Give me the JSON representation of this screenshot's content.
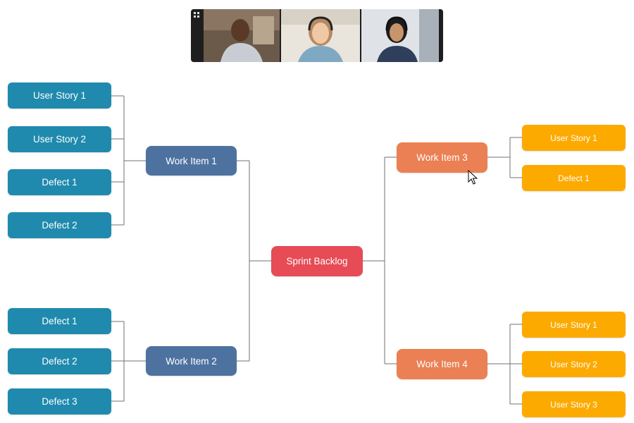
{
  "video_bar": {
    "icon": "grid-icon",
    "participants": [
      {
        "name": "participant-1"
      },
      {
        "name": "participant-2",
        "active": true
      },
      {
        "name": "participant-3"
      }
    ]
  },
  "diagram": {
    "root": {
      "label": "Sprint Backlog"
    },
    "work_item_1": {
      "label": "Work Item 1",
      "children": [
        "User Story 1",
        "User Story 2",
        "Defect 1",
        "Defect 2"
      ]
    },
    "work_item_2": {
      "label": "Work Item 2",
      "children": [
        "Defect 1",
        "Defect 2",
        "Defect 3"
      ]
    },
    "work_item_3": {
      "label": "Work Item 3",
      "children": [
        "User Story 1",
        "Defect 1"
      ]
    },
    "work_item_4": {
      "label": "Work Item 4",
      "children": [
        "User Story 1",
        "User Story 2",
        "User Story 3"
      ]
    }
  },
  "colors": {
    "root": "#e64b56",
    "left_work_item": "#4e72a0",
    "left_leaf": "#1f8aad",
    "right_work_item": "#ea8053",
    "right_leaf": "#fcaa00",
    "connector": "#707070"
  }
}
